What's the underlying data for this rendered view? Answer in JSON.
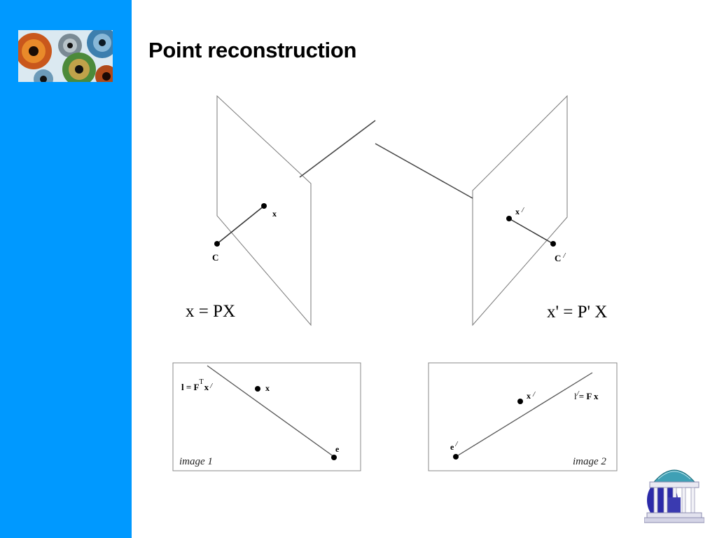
{
  "slide": {
    "title": "Point reconstruction"
  },
  "left_view": {
    "point_label": "x",
    "center_label": "C",
    "equation": "x = PX"
  },
  "right_view": {
    "point_label": "x",
    "point_prime": "/",
    "center_label": "C",
    "center_prime": "/",
    "equation": "x' = P' X"
  },
  "image1": {
    "caption": "image 1",
    "line_eq": "l = F",
    "transpose": "T",
    "line_eq_x": "x",
    "line_eq_prime": "/",
    "point_label": "x",
    "epipole_label": "e"
  },
  "image2": {
    "caption": "image 2",
    "line_eq_l": "l",
    "line_eq_prime": "/",
    "line_eq_rest": "= F x",
    "point_label": "x",
    "point_prime": "/",
    "epipole_label": "e",
    "epipole_prime": "/"
  },
  "colors": {
    "sidebar": "#0099ff",
    "stroke": "#555555"
  },
  "icons": {
    "top_left": "eyes-logo",
    "bottom_right": "old-well-logo"
  }
}
